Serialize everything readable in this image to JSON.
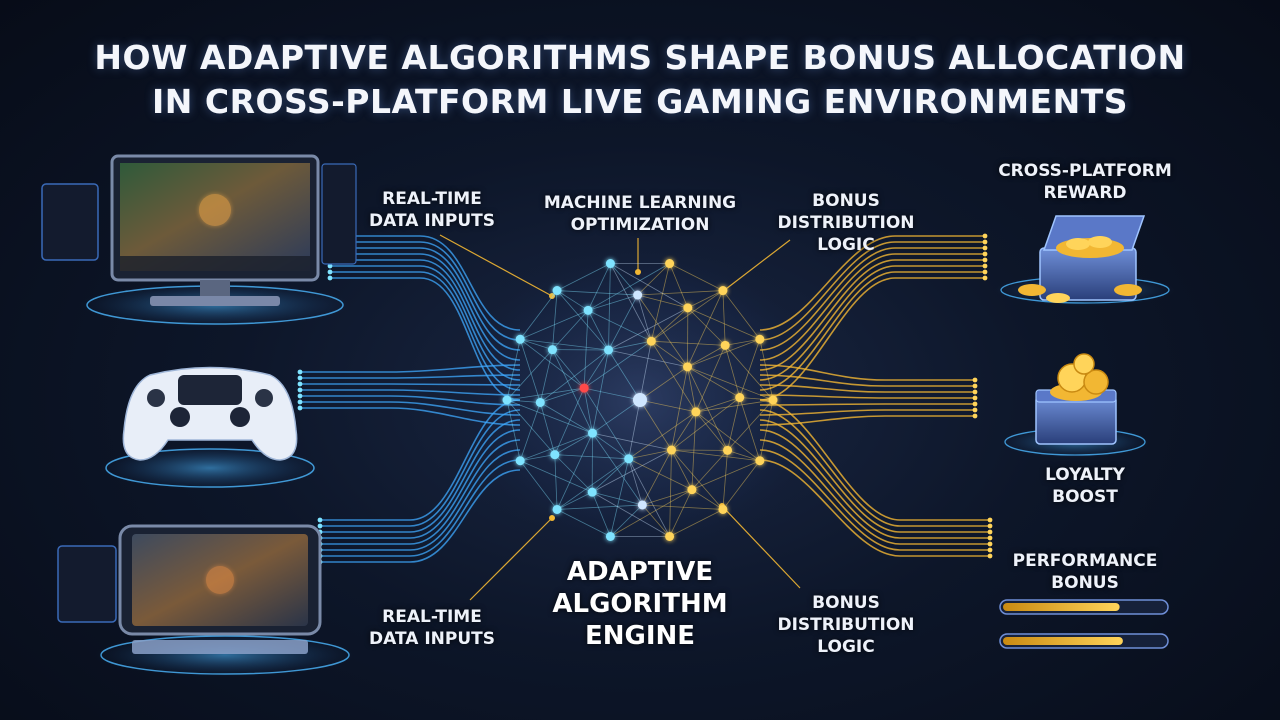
{
  "title": {
    "line1": "HOW ADAPTIVE ALGORITHMS SHAPE BONUS ALLOCATION",
    "line2": "IN CROSS-PLATFORM LIVE GAMING ENVIRONMENTS"
  },
  "labels": {
    "realtime_top": {
      "line1": "REAL-TIME",
      "line2": "DATA INPUTS"
    },
    "ml": {
      "line1": "MACHINE LEARNING",
      "line2": "OPTIMIZATION"
    },
    "bonus_top": {
      "line1": "BONUS",
      "line2": "DISTRIBUTION",
      "line3": "LOGIC"
    },
    "engine": {
      "line1": "ADAPTIVE",
      "line2": "ALGORITHM",
      "line3": "ENGINE"
    },
    "realtime_bottom": {
      "line1": "REAL-TIME",
      "line2": "DATA INPUTS"
    },
    "bonus_bottom": {
      "line1": "BONUS",
      "line2": "DISTRIBUTION",
      "line3": "LOGIC"
    }
  },
  "rewards": {
    "cross_platform": {
      "line1": "CROSS-PLATFORM",
      "line2": "REWARD"
    },
    "loyalty": {
      "line1": "LOYALTY",
      "line2": "BOOST"
    },
    "performance": {
      "line1": "PERFORMANCE",
      "line2": "BONUS"
    },
    "performance_bars": [
      0.72,
      0.74
    ]
  },
  "colors": {
    "blue": "#3fa9ff",
    "gold": "#f2b733",
    "accent_red": "#ff4a4a",
    "cyan": "#7fe3ff"
  },
  "icons": [
    "desktop-monitor-icon",
    "game-controller-icon",
    "tablet-keyboard-icon",
    "neural-network-icon",
    "treasure-chest-icon",
    "gold-coins-icon"
  ]
}
